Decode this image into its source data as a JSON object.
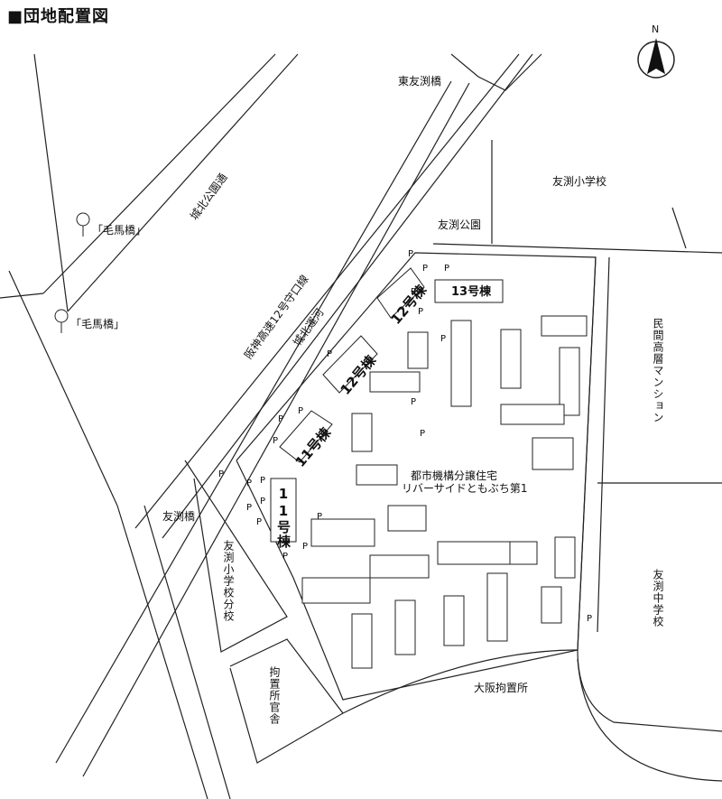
{
  "title": "■団地配置図",
  "compass": {
    "north": "N"
  },
  "places": {
    "higashi_tomobuchi_bashi": "東友渕橋",
    "tomobuchi_elementary": "友渕小学校",
    "tomobuchi_park": "友渕公園",
    "johoku_koen_dori": "城北公園通",
    "kema_bashi_1": "「毛馬橋」",
    "kema_bashi_2": "「毛馬橋」",
    "hanshin_expressway": "阪神高速12号守口線",
    "johoku_canal": "城北運河",
    "private_mansion": "民間高層マンション",
    "tomobuchi_bashi": "友渕橋",
    "elementary_branch": "友渕小学校分校",
    "detention_housing": "拘置所官舎",
    "osaka_detention": "大阪拘置所",
    "tomobuchi_junior_high": "友渕中学校",
    "ur_housing_line1": "都市機構分譲住宅",
    "ur_housing_line2": "リバーサイドともぶち第1"
  },
  "buildings": {
    "b11_diag": "11号棟",
    "b12": "12号棟",
    "b12_upper": "12号棟",
    "b13": "13号棟",
    "b11_vert": "11号棟"
  },
  "parking_label": "P"
}
